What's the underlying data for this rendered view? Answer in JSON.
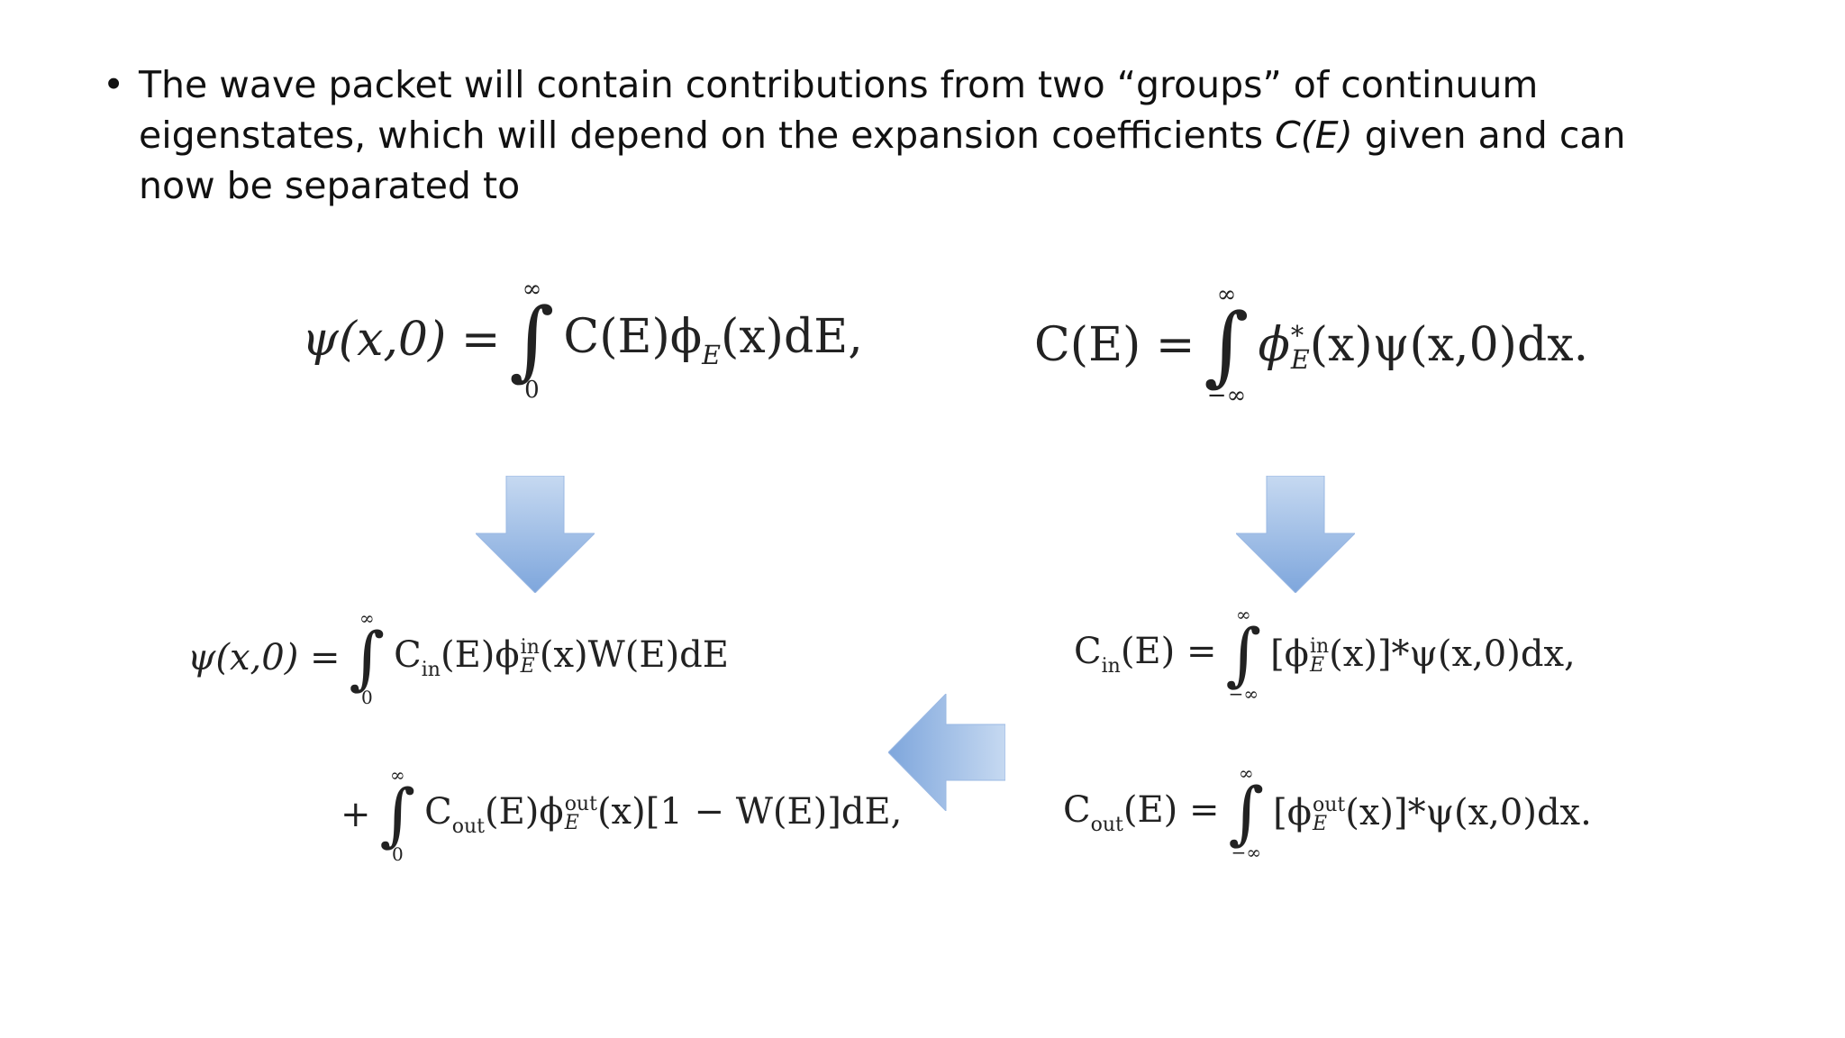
{
  "slide": {
    "bullet_lines": {
      "line1": "The wave packet will contain contributions from two “groups” of continuum",
      "line2_pre": "eigenstates, which will depend on the expansion coefficients ",
      "line2_italic": "C(E)",
      "line2_post": " given and can",
      "line3": "now be separated to"
    },
    "bullet_symbol": "•"
  },
  "equations": {
    "psi_x0": "ψ(x,0) =",
    "psi_x0_small": "ψ(x,0) =",
    "integrand_top_left": "C(E)ϕ",
    "integrand_top_left_tail": "(x)dE,",
    "sub_E": "E",
    "inf": "∞",
    "minus_inf": "−∞",
    "zero": "0",
    "integral": "∫",
    "c_of_e": "C(E) =",
    "phi": "ϕ",
    "star": "*",
    "integrand_top_right_tail": "(x)ψ(x,0)dx.",
    "c_in": "C",
    "in": "in",
    "out": "out",
    "cin_tail": "(E)ϕ",
    "cin_rest": "(x)W(E)dE",
    "plus": "+",
    "cout_rest": "(x)[1 − W(E)]dE,",
    "cin_lhs_tail": "(E) =",
    "bracket_phi": "[ϕ",
    "cin_rhs_tail": "(x)]*ψ(x,0)dx,",
    "cout_rhs_tail": "(x)]*ψ(x,0)dx."
  },
  "colors": {
    "arrow_light": "#c6d9f1",
    "arrow_dark": "#7ea6dc",
    "text": "#111111"
  },
  "icons": {
    "down_arrow_left": "down-arrow-icon",
    "down_arrow_right": "down-arrow-icon",
    "left_arrow": "left-arrow-icon"
  }
}
